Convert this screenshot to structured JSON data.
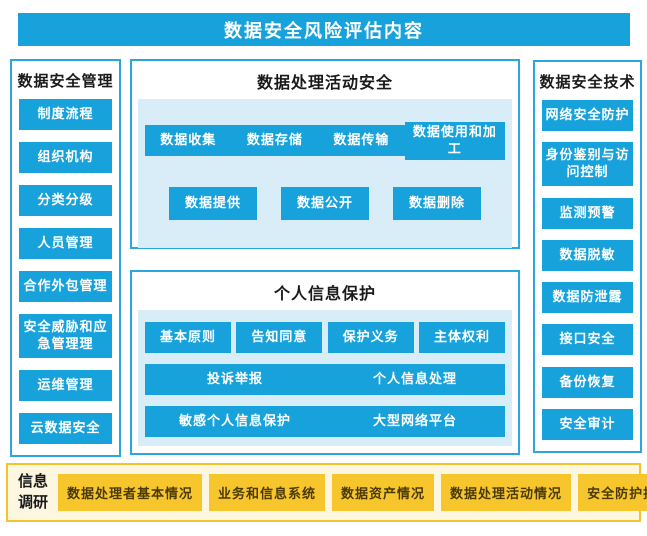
{
  "title": "数据安全风险评估内容",
  "left_panel": {
    "heading": "数据安全管理",
    "items": [
      "制度流程",
      "组织机构",
      "分类分级",
      "人员管理",
      "合作外包管理",
      "安全威胁和应急管理理",
      "运维管理",
      "云数据安全"
    ]
  },
  "center": {
    "processing": {
      "heading": "数据处理活动安全",
      "row1": [
        "数据收集",
        "数据存储",
        "数据传输",
        "数据使用和加工"
      ],
      "row2": [
        "数据提供",
        "数据公开",
        "数据删除"
      ]
    },
    "personal": {
      "heading": "个人信息保护",
      "row1": [
        "基本原则",
        "告知同意",
        "保护义务",
        "主体权利"
      ],
      "row2": [
        "投诉举报",
        "个人信息处理"
      ],
      "row3": [
        "敏感个人信息保护",
        "大型网络平台"
      ]
    }
  },
  "right_panel": {
    "heading": "数据安全技术",
    "items": [
      "网络安全防护",
      "身份鉴别与访问控制",
      "监测预警",
      "数据脱敏",
      "数据防泄露",
      "接口安全",
      "备份恢复",
      "安全审计"
    ]
  },
  "bottom": {
    "label": "信息调研",
    "items": [
      "数据处理者基本情况",
      "业务和信息系统",
      "数据资产情况",
      "数据处理活动情况",
      "安全防护措施"
    ]
  },
  "colors": {
    "primary_blue": "#18A2DC",
    "light_blue_panel": "#D9EDF9",
    "border_blue": "#2CA6DF",
    "gold": "#F7C62D",
    "gold_panel": "#FDF7E1",
    "gold_border": "#F3C52B",
    "dark_gold_text": "#4A3A05",
    "heading_text": "#1A1A1A"
  }
}
